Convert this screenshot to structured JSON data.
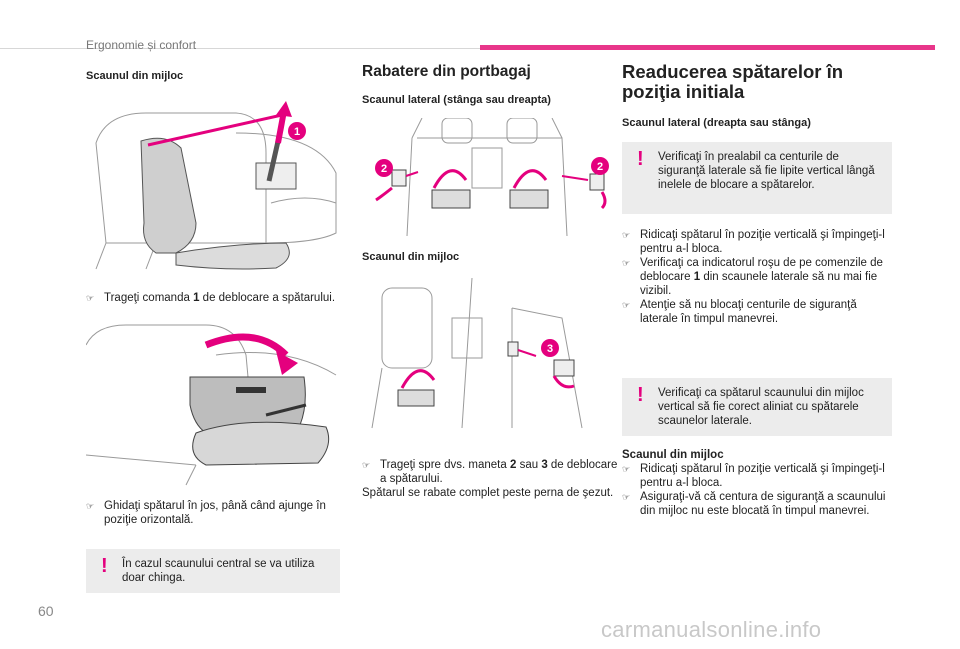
{
  "header": {
    "title": "Ergonomie și confort"
  },
  "page_number": "60",
  "watermark": "carmanualsonline.info",
  "col1": {
    "title": "Scaunul din mijloc",
    "fig1_callout": "1",
    "step1": {
      "pre": "Trageţi comanda ",
      "bold": "1",
      "post": " de deblocare a spătarului."
    },
    "step2": "Ghidaţi spătarul în jos, până când ajunge în poziţie orizontală.",
    "warning": "În cazul scaunului central se va utiliza doar chinga."
  },
  "col2": {
    "title": "Rabatere din portbagaj",
    "sub1": "Scaunul lateral (stânga sau dreapta)",
    "fig_callout_2": "2",
    "sub2": "Scaunul din mijloc",
    "fig_callout_3": "3",
    "step": {
      "pre": "Trageţi spre dvs. maneta ",
      "b1": "2",
      "mid": " sau ",
      "b2": "3",
      "post": " de deblocare a spătarului."
    },
    "note": "Spătarul se rabate complet peste perna de şezut."
  },
  "col3": {
    "title_line1": "Readucerea spătarelor în",
    "title_line2": "poziţia initiala",
    "sub1": "Scaunul lateral (dreapta sau stânga)",
    "warning1": "Verificaţi în prealabil ca centurile de siguranţă laterale să fie lipite vertical lângă inelele de blocare a spătarelor.",
    "b1": "Ridicaţi spătarul în poziţie verticală şi împingeţi-l pentru a-l bloca.",
    "b2": {
      "pre": "Verificaţi ca indicatorul roşu de pe comenzile de deblocare ",
      "bold": "1",
      "post": " din scaunele laterale să nu mai fie vizibil."
    },
    "b3": "Atenţie să nu blocaţi centurile de siguranţă laterale în timpul manevrei.",
    "warning2": "Verificaţi ca spătarul scaunului din mijloc vertical să fie corect aliniat cu spătarele scaunelor laterale.",
    "sub2": "Scaunul din mijloc",
    "b4": "Ridicaţi spătarul în poziţie verticală şi împingeţi-l pentru a-l bloca.",
    "b5": "Asiguraţi-vă că centura de siguranţă a scaunului din mijloc nu este blocată în timpul manevrei."
  },
  "icons": {
    "bullet": "pointing-hand-icon",
    "warning": "exclamation-icon"
  },
  "colors": {
    "accent": "#e4007e",
    "header_bar": "#e8368a",
    "warning_bg": "#ececec"
  }
}
